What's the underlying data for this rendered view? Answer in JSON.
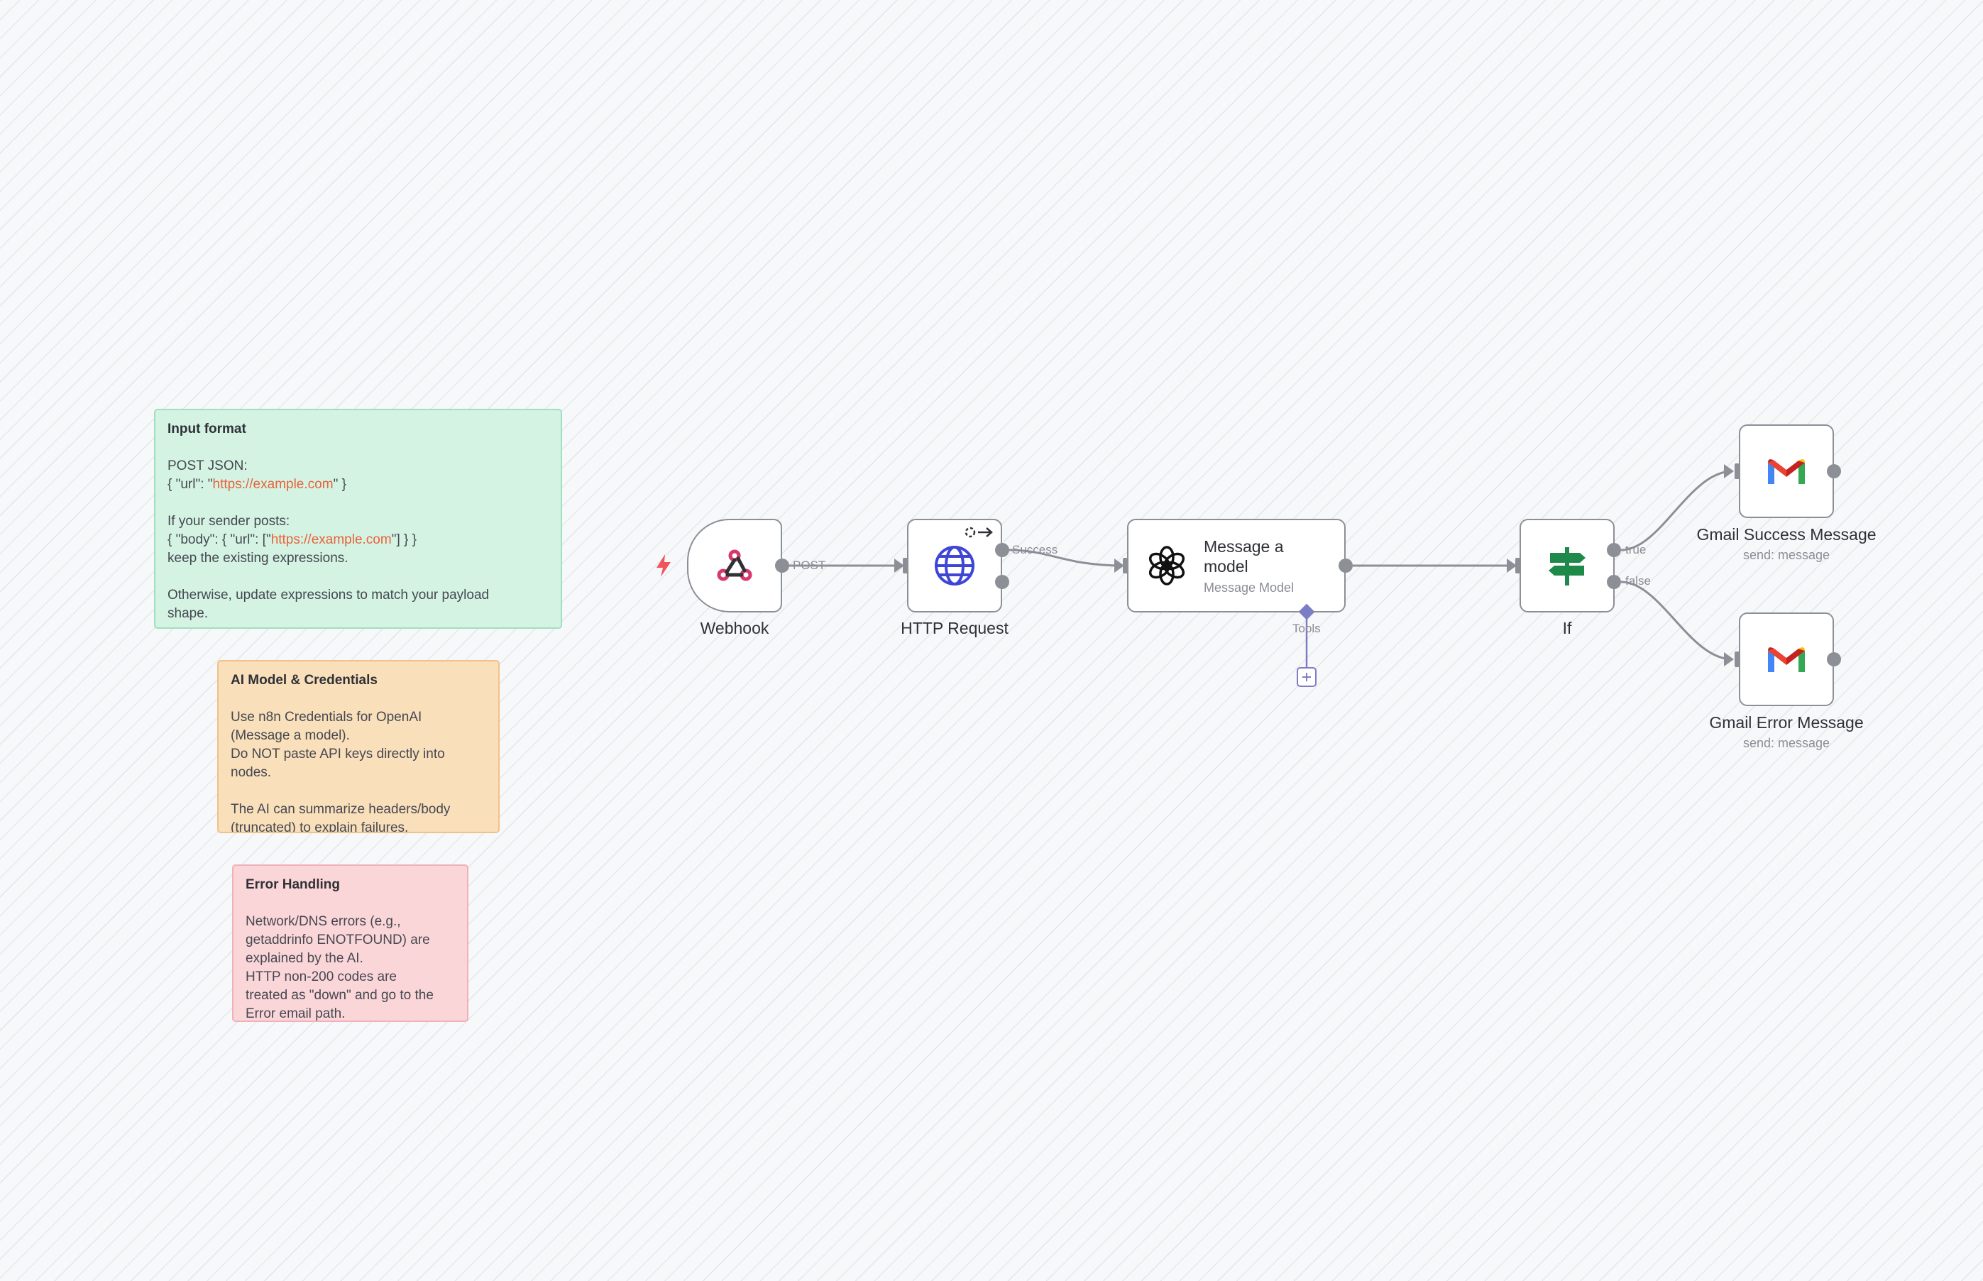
{
  "sticky_notes": {
    "input_format": {
      "title": "Input format",
      "line1": "POST JSON:",
      "line2_prefix": "{ \"url\": \"",
      "line2_link": "https://example.com",
      "line2_suffix": "\" }",
      "line3": "If your sender posts:",
      "line4_prefix": "{ \"body\": { \"url\": [\"",
      "line4_link": "https://example.com",
      "line4_suffix": "\"] } }",
      "line5": "keep the existing expressions.",
      "line6": "Otherwise, update expressions to match your payload",
      "line7": "shape."
    },
    "ai_model": {
      "title": "AI Model & Credentials",
      "line1": "Use n8n Credentials for OpenAI",
      "line2": "(Message a model).",
      "line3": "Do NOT paste API keys directly into",
      "line4": "nodes.",
      "line5": "The AI can summarize headers/body",
      "line6": "(truncated) to explain failures."
    },
    "error_handling": {
      "title": "Error Handling",
      "line1": "Network/DNS errors (e.g.,",
      "line2": "getaddrinfo ENOTFOUND) are",
      "line3": "explained by the AI.",
      "line4": "HTTP non-200 codes are",
      "line5": "treated as \"down\" and go to the",
      "line6": "Error email path."
    }
  },
  "nodes": {
    "webhook": {
      "label": "Webhook",
      "icon": "webhook-icon"
    },
    "http_request": {
      "label": "HTTP Request",
      "icon": "globe-icon"
    },
    "message_model": {
      "title_line1": "Message a",
      "title_line2": "model",
      "subtitle": "Message Model",
      "icon": "openai-icon"
    },
    "if": {
      "label": "If",
      "icon": "signpost-icon"
    },
    "gmail_success": {
      "label": "Gmail Success Message",
      "subtitle": "send: message",
      "icon": "gmail-icon"
    },
    "gmail_error": {
      "label": "Gmail Error Message",
      "subtitle": "send: message",
      "icon": "gmail-icon"
    }
  },
  "connection_labels": {
    "post": "POST",
    "success": "Success",
    "true": "true",
    "false": "false",
    "tools": "Tools"
  },
  "colors": {
    "edge": "#8c8f96",
    "tools": "#7b7ec4",
    "trigger": "#f0555d",
    "webhook": "#d6376f",
    "globe": "#3f46d6",
    "if": "#1e8a4a"
  }
}
